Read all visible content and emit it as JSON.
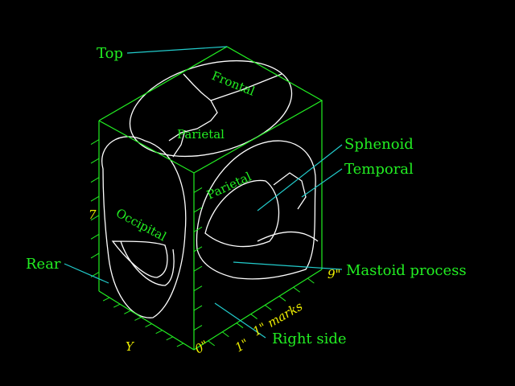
{
  "labels": {
    "top": "Top",
    "rear": "Rear",
    "sphenoid": "Sphenoid",
    "temporal": "Temporal",
    "mastoid": "Mastoid process",
    "right_side": "Right side"
  },
  "face_labels": {
    "frontal": "Frontal",
    "parietal_top": "Parietal",
    "parietal_side": "Parietal",
    "occipital": "Occipital"
  },
  "scale_marks": {
    "zero_front": "0\"",
    "one_inch": "1\"",
    "marks": "1\" marks",
    "nine": "9\"",
    "seven": "7",
    "y": "Y"
  },
  "colors": {
    "edges": "#22ee22",
    "leaders": "#22cccc",
    "bone": "#ffffff",
    "scale": "#eeee00"
  }
}
